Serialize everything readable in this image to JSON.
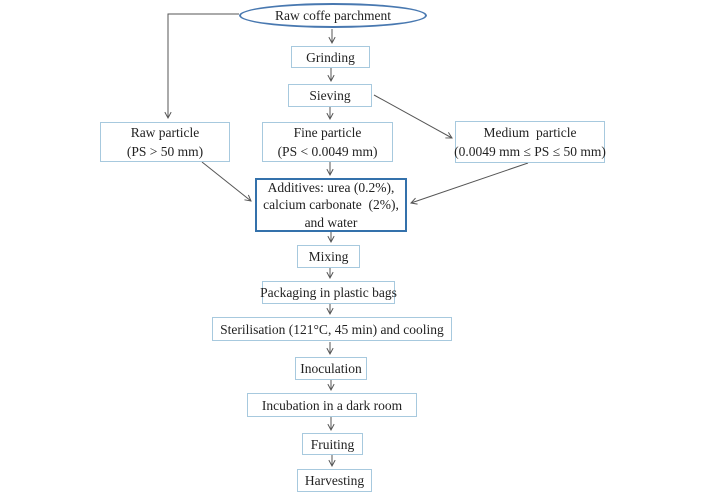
{
  "diagram": {
    "type": "flowchart",
    "colors": {
      "background": "#ffffff",
      "box_border_light": "#a7c9de",
      "box_border_strong": "#3471ab",
      "ellipse_border": "#4878b0",
      "arrow": "#555555",
      "text": "#222222"
    },
    "nodes": [
      {
        "id": "raw-coffee-parchment",
        "shape": "ellipse",
        "label": "Raw coffe parchment"
      },
      {
        "id": "grinding",
        "shape": "box",
        "label": "Grinding"
      },
      {
        "id": "sieving",
        "shape": "box",
        "label": "Sieving"
      },
      {
        "id": "raw-particle",
        "shape": "box",
        "label": "Raw particle\n(PS > 50 mm)"
      },
      {
        "id": "fine-particle",
        "shape": "box",
        "label": "Fine particle\n(PS < 0.0049 mm)"
      },
      {
        "id": "medium-particle",
        "shape": "box",
        "label": "Medium  particle\n(0.0049 mm ≤ PS ≤ 50 mm)"
      },
      {
        "id": "additives",
        "shape": "box-strong",
        "label": "Additives: urea (0.2%),\ncalcium carbonate  (2%),\nand water"
      },
      {
        "id": "mixing",
        "shape": "box",
        "label": "Mixing"
      },
      {
        "id": "packaging",
        "shape": "box",
        "label": "Packaging in plastic bags"
      },
      {
        "id": "sterilisation",
        "shape": "box",
        "label": "Sterilisation (121°C, 45 min) and cooling"
      },
      {
        "id": "inoculation",
        "shape": "box",
        "label": "Inoculation"
      },
      {
        "id": "incubation",
        "shape": "box",
        "label": "Incubation in a dark room"
      },
      {
        "id": "fruiting",
        "shape": "box",
        "label": "Fruiting"
      },
      {
        "id": "harvesting",
        "shape": "box",
        "label": "Harvesting"
      }
    ],
    "edges": [
      {
        "from": "raw-coffee-parchment",
        "to": "raw-particle"
      },
      {
        "from": "raw-coffee-parchment",
        "to": "grinding"
      },
      {
        "from": "grinding",
        "to": "sieving"
      },
      {
        "from": "sieving",
        "to": "fine-particle"
      },
      {
        "from": "sieving",
        "to": "medium-particle"
      },
      {
        "from": "raw-particle",
        "to": "additives"
      },
      {
        "from": "fine-particle",
        "to": "additives"
      },
      {
        "from": "medium-particle",
        "to": "additives"
      },
      {
        "from": "additives",
        "to": "mixing"
      },
      {
        "from": "mixing",
        "to": "packaging"
      },
      {
        "from": "packaging",
        "to": "sterilisation"
      },
      {
        "from": "sterilisation",
        "to": "inoculation"
      },
      {
        "from": "inoculation",
        "to": "incubation"
      },
      {
        "from": "incubation",
        "to": "fruiting"
      },
      {
        "from": "fruiting",
        "to": "harvesting"
      }
    ]
  }
}
